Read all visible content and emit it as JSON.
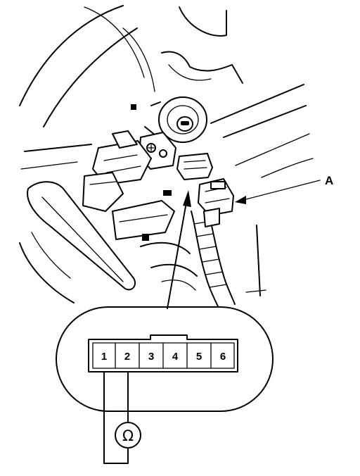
{
  "callout": {
    "label": "A"
  },
  "connector": {
    "pins": [
      "1",
      "2",
      "3",
      "4",
      "5",
      "6"
    ]
  },
  "meter": {
    "symbol": "Ω",
    "probe_pins": [
      "1",
      "2"
    ]
  },
  "colors": {
    "line": "#000000",
    "background": "#ffffff"
  }
}
